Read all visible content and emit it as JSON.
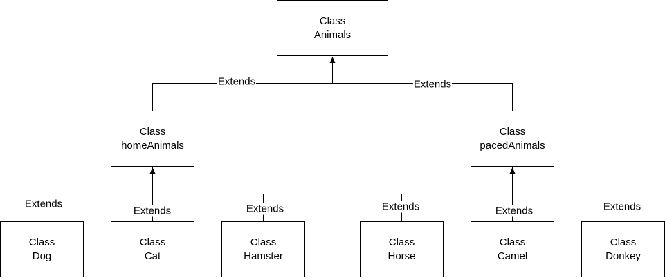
{
  "diagram": {
    "nodes": {
      "animals": {
        "kw": "Class",
        "name": "Animals"
      },
      "home": {
        "kw": "Class",
        "name": "homeAnimals"
      },
      "paced": {
        "kw": "Class",
        "name": "pacedAnimals"
      },
      "dog": {
        "kw": "Class",
        "name": "Dog"
      },
      "cat": {
        "kw": "Class",
        "name": "Cat"
      },
      "hamster": {
        "kw": "Class",
        "name": "Hamster"
      },
      "horse": {
        "kw": "Class",
        "name": "Horse"
      },
      "camel": {
        "kw": "Class",
        "name": "Camel"
      },
      "donkey": {
        "kw": "Class",
        "name": "Donkey"
      }
    },
    "edges": {
      "home_animals": {
        "label": "Extends"
      },
      "paced_animals": {
        "label": "Extends"
      },
      "dog_home": {
        "label": "Extends"
      },
      "cat_home": {
        "label": "Extends"
      },
      "hamster_home": {
        "label": "Extends"
      },
      "horse_paced": {
        "label": "Extends"
      },
      "camel_paced": {
        "label": "Extends"
      },
      "donkey_paced": {
        "label": "Extends"
      }
    },
    "colors": {
      "stroke": "#000000",
      "fill": "#ffffff",
      "text": "#000000"
    }
  }
}
